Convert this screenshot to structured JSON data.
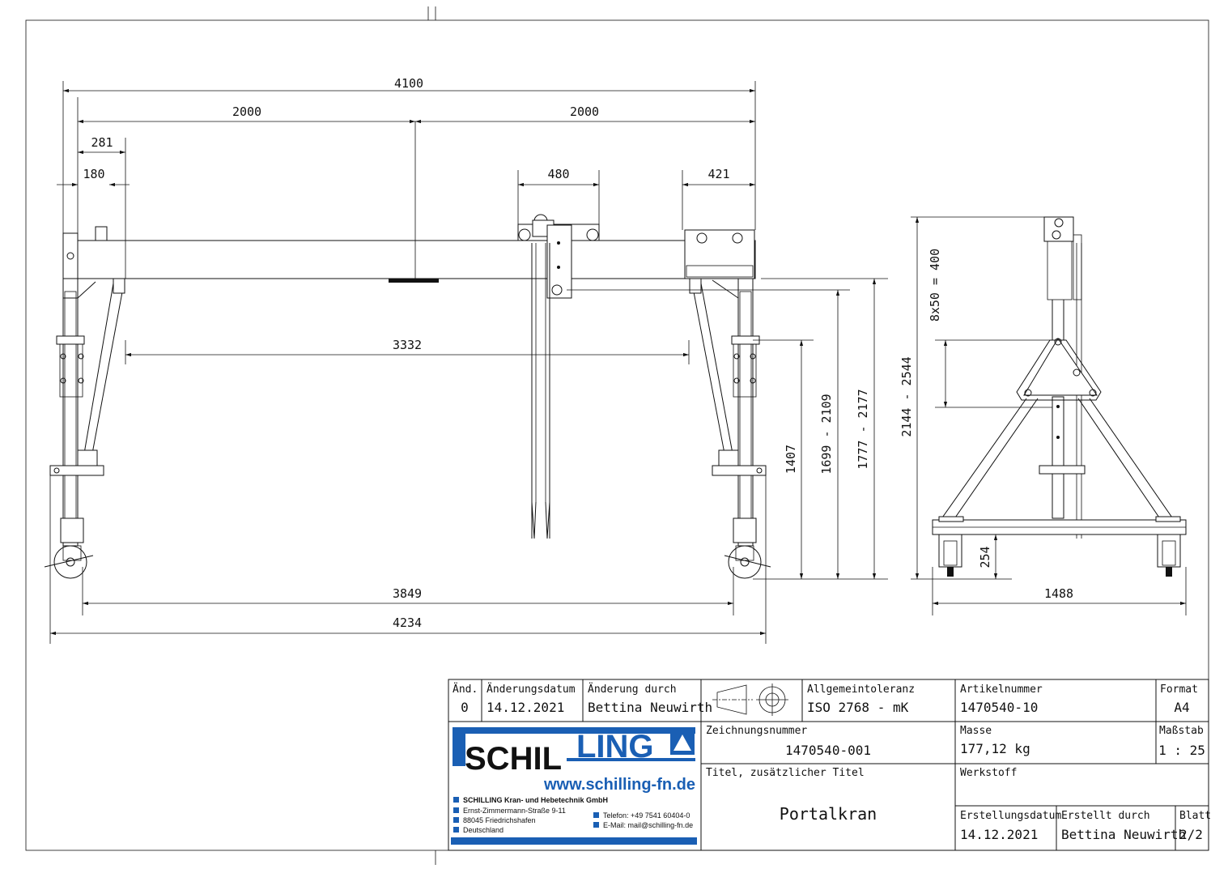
{
  "drawing": {
    "front_view": {
      "dims": {
        "overall_width": "4100",
        "left_half": "2000",
        "right_half": "2000",
        "d281": "281",
        "d180": "180",
        "trolley_width": "480",
        "d421": "421",
        "inner_span": "3332",
        "wheel_span": "3849",
        "outer_span": "4234",
        "h_1407": "1407",
        "h_1699_2109": "1699 - 2109",
        "h_1777_2177": "1777 - 2177"
      }
    },
    "side_view": {
      "dims": {
        "total_height": "2144 - 2544",
        "adjust_steps": "8x50 = 400",
        "base_height": "254",
        "base_width": "1488"
      }
    }
  },
  "title_block": {
    "headers": {
      "rev": "Änd.",
      "change_date": "Änderungsdatum",
      "changed_by": "Änderung durch",
      "tolerance": "Allgemeintoleranz",
      "article_no": "Artikelnummer",
      "format": "Format",
      "drawing_no": "Zeichnungsnummer",
      "mass": "Masse",
      "scale": "Maßstab",
      "title": "Titel, zusätzlicher Titel",
      "material": "Werkstoff",
      "created_date": "Erstellungsdatum",
      "created_by": "Erstellt durch",
      "sheet": "Blatt"
    },
    "values": {
      "rev": "0",
      "change_date": "14.12.2021",
      "changed_by": "Bettina Neuwirth",
      "tolerance": "ISO 2768 - mK",
      "article_no": "1470540-10",
      "format": "A4",
      "drawing_no": "1470540-001",
      "mass": "177,12 kg",
      "scale": "1 : 25",
      "title": "Portalkran",
      "material": "",
      "created_date": "14.12.2021",
      "created_by": "Bettina Neuwirth",
      "sheet": "2/2"
    },
    "company": {
      "logo_part1": "SCHIL",
      "logo_part2": "LING",
      "website": "www.schilling-fn.de",
      "name": "SCHILLING Kran- und Hebetechnik GmbH",
      "street": "Ernst-Zimmermann-Straße 9-11",
      "city": "88045 Friedrichshafen",
      "country": "Deutschland",
      "phone": "Telefon: +49 7541 60404-0",
      "email": "E-Mail: mail@schilling-fn.de",
      "brand_color": "#1a5fb4"
    }
  }
}
